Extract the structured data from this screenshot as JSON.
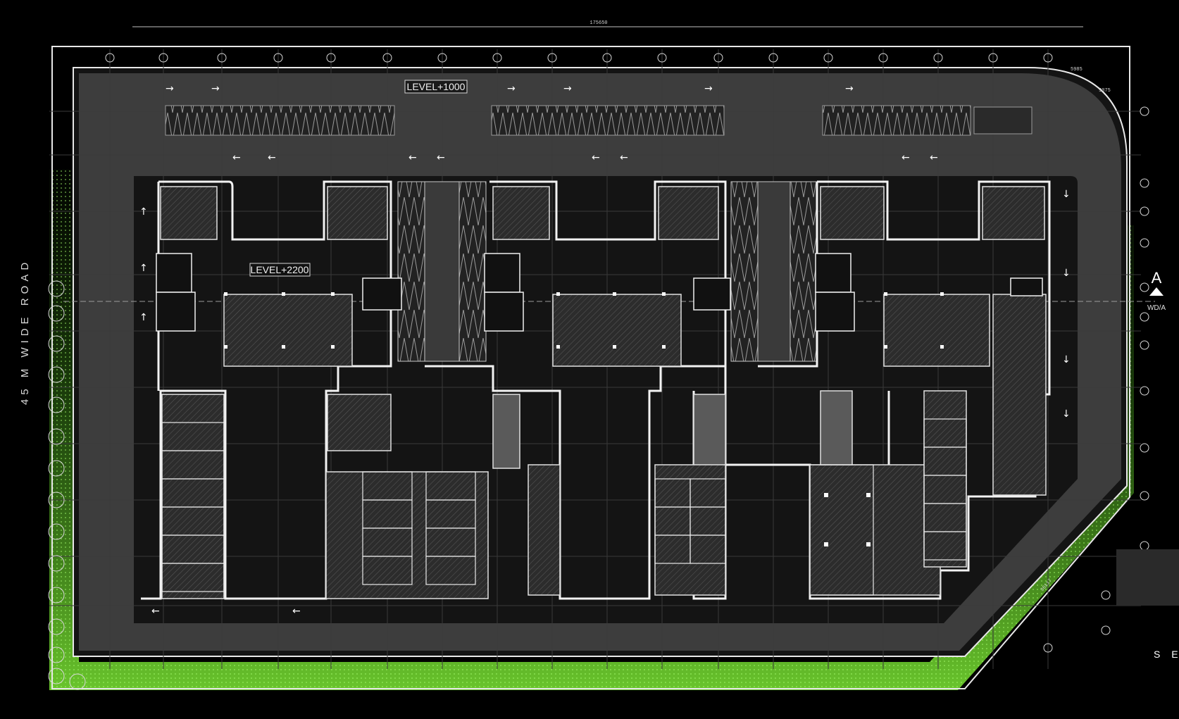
{
  "drawing": {
    "overall_dimension": "175650",
    "top_right_dimension_a": "5985",
    "top_right_dimension_b": "9075",
    "diagonal_dimension": "36117"
  },
  "labels": {
    "level_1000": "LEVEL+1000",
    "level_2200": "LEVEL+2200",
    "road": "45 M  WIDE  ROAD",
    "section_letter": "A",
    "section_ref": "WD/A",
    "corner_label": "S E"
  },
  "colors": {
    "background": "#000000",
    "lines": "#e8e8e8",
    "hatch": "#4a4a4a",
    "landscape_green": "#6fcf2f",
    "grid": "#3a3a3a"
  }
}
